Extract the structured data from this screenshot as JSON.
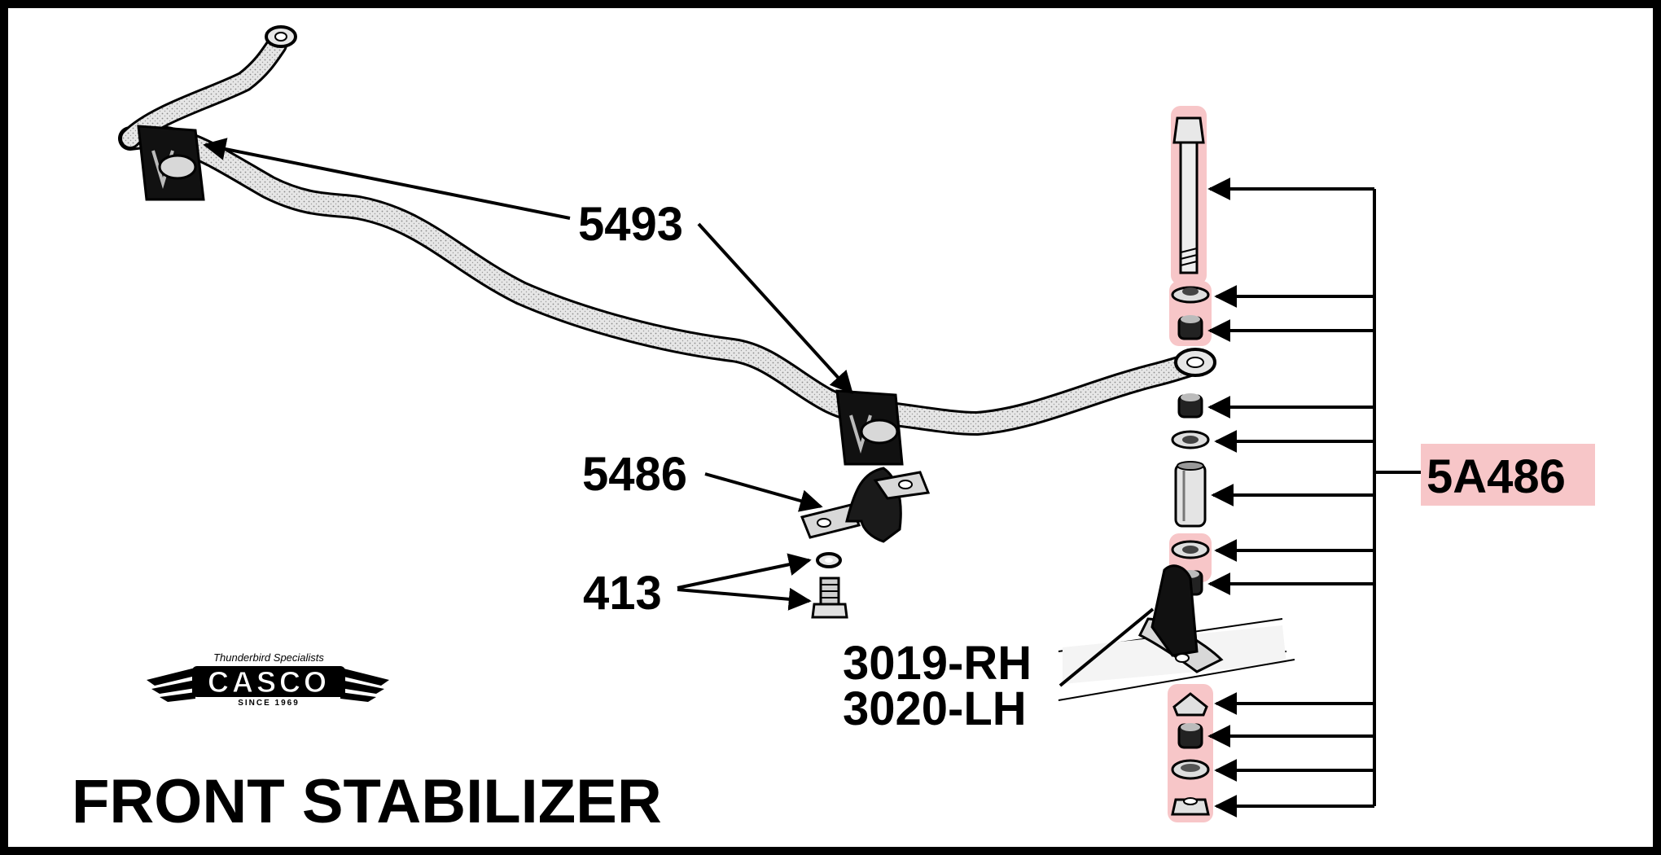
{
  "title": "FRONT STABILIZER",
  "logo": {
    "tagline": "Thunderbird Specialists",
    "brand": "CASCO",
    "since": "SINCE 1969"
  },
  "labels": {
    "p5493": "5493",
    "p5486": "5486",
    "p413": "413",
    "p3019": "3019-RH",
    "p3020": "3020-LH",
    "p5A486": "5A486"
  },
  "colors": {
    "border": "#000000",
    "highlight": "#f7c6c8",
    "bar_fill": "#e2e2e2",
    "ink": "#000000"
  }
}
